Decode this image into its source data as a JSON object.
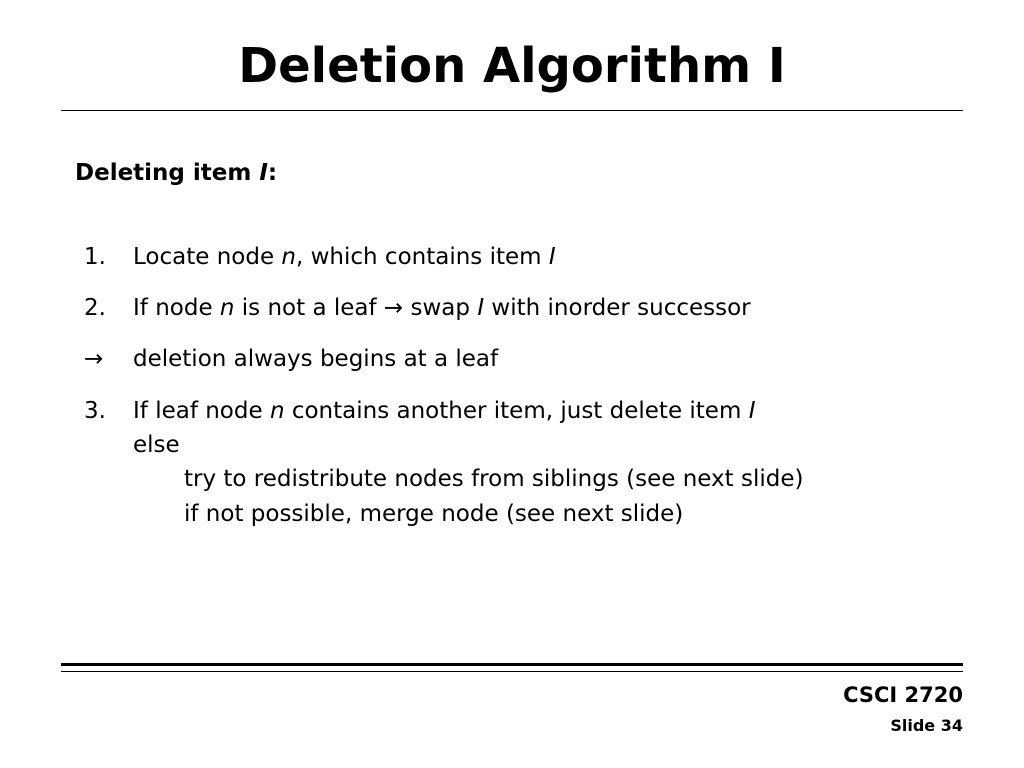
{
  "slide": {
    "title": "Deletion Algorithm I",
    "subheading": {
      "prefix": "Deleting item ",
      "var": "I",
      "suffix": ":"
    },
    "steps": [
      {
        "marker": "1.",
        "parts": [
          "Locate node ",
          "n",
          ", which contains item ",
          "I"
        ]
      },
      {
        "marker": "2.",
        "parts": [
          "If node ",
          "n",
          " is not a leaf ",
          "→",
          " swap ",
          "I",
          " with inorder successor"
        ]
      },
      {
        "marker": "→",
        "parts": [
          "deletion always begins at a leaf"
        ]
      },
      {
        "marker": "3.",
        "parts": [
          "If leaf node ",
          "n",
          " contains another item, just delete item ",
          "I"
        ],
        "else_label": "else",
        "else_lines": [
          "try to redistribute nodes from siblings (see next slide)",
          "if not possible, merge node (see next slide)"
        ]
      }
    ],
    "footer": {
      "course": "CSCI 2720",
      "slide_number": "Slide 34"
    }
  }
}
